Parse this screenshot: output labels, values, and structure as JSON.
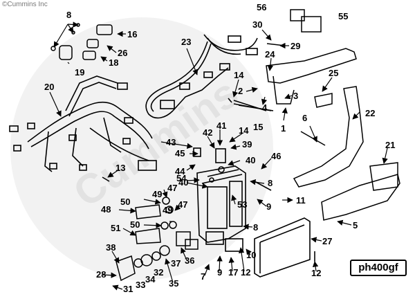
{
  "copyright": "©Cummins Inc",
  "watermark": "Cummins",
  "figure_id": "ph400gf",
  "callouts": {
    "c1": "1",
    "c2": "2",
    "c3": "3",
    "c4": "4",
    "c5": "5",
    "c6": "6",
    "c7": "7",
    "c8": "8",
    "c9": "9",
    "c10": "10",
    "c11": "11",
    "c12": "12",
    "c13": "13",
    "c14": "14",
    "c15": "15",
    "c16": "16",
    "c17": "17",
    "c18": "18",
    "c19": "19",
    "c20": "20",
    "c21": "21",
    "c22": "22",
    "c23": "23",
    "c24": "24",
    "c25": "25",
    "c26": "26",
    "c27": "27",
    "c28": "28",
    "c29": "29",
    "c30": "30",
    "c31": "31",
    "c32": "32",
    "c33": "33",
    "c34": "34",
    "c35": "35",
    "c36": "36",
    "c37": "37",
    "c38": "38",
    "c39": "39",
    "c40": "40",
    "c41": "41",
    "c42": "42",
    "c43": "43",
    "c44": "44",
    "c45": "45",
    "c46": "46",
    "c47": "47",
    "c48": "48",
    "c49": "49",
    "c50": "50",
    "c51": "51",
    "c53": "53",
    "c54": "54",
    "c55": "55",
    "c56": "56"
  }
}
